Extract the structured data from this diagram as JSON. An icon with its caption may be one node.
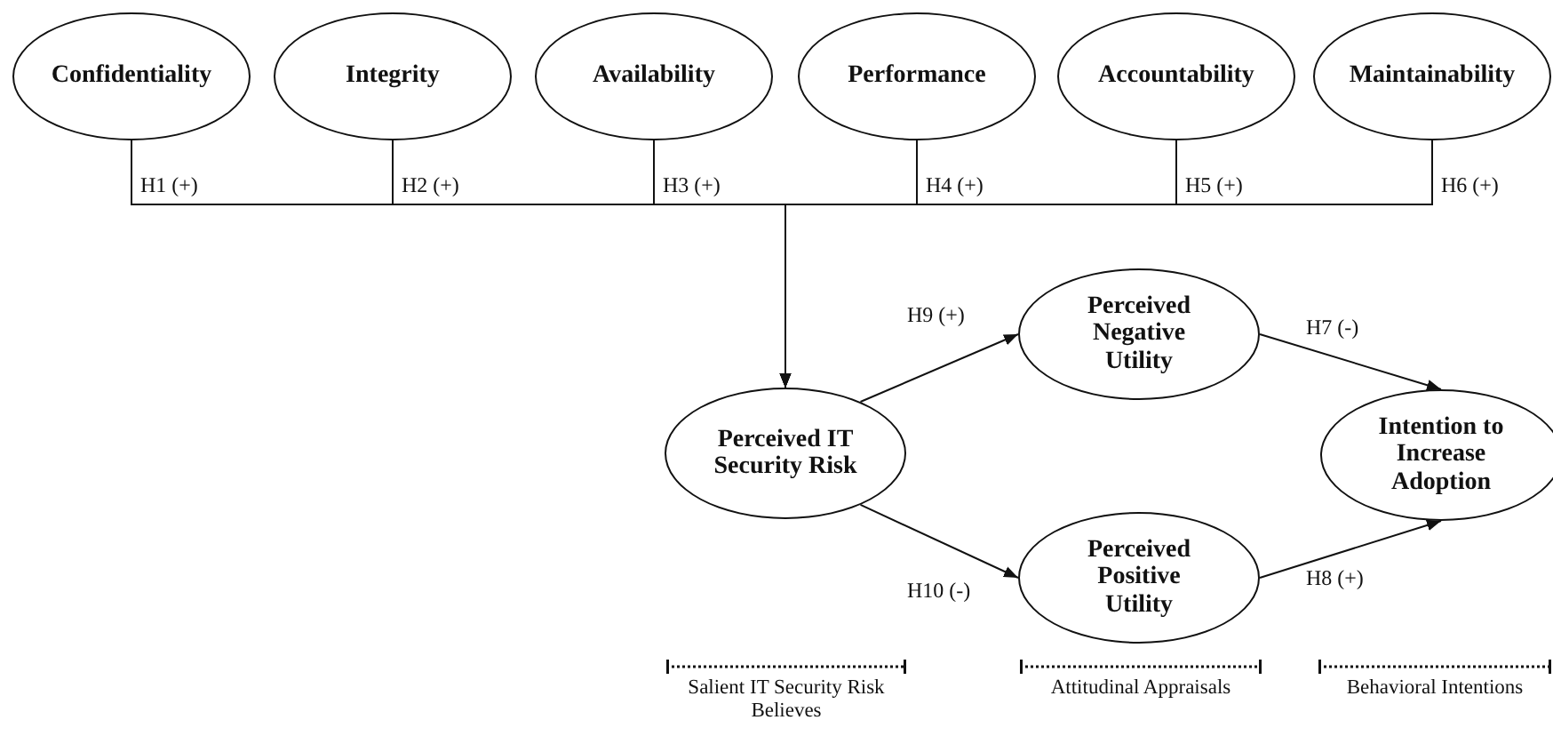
{
  "diagram": {
    "nodes": [
      {
        "text": [
          "Confidentiality"
        ]
      },
      {
        "text": [
          "Integrity"
        ]
      },
      {
        "text": [
          "Availability"
        ]
      },
      {
        "text": [
          "Performance"
        ]
      },
      {
        "text": [
          "Accountability"
        ]
      },
      {
        "text": [
          "Maintainability"
        ]
      },
      {
        "text": [
          "Perceived IT Security Risk"
        ]
      },
      {
        "text": [
          "Perceived Negative Utility"
        ]
      },
      {
        "text": [
          "Perceived Positive Utility"
        ]
      },
      {
        "text": [
          "Intention to Increase Adoption"
        ]
      }
    ],
    "edges": [
      {
        "from": 0,
        "to": 6,
        "arrow": "to",
        "label": "H1 (+)"
      },
      {
        "from": 1,
        "to": 6,
        "arrow": "to",
        "label": "H2 (+)"
      },
      {
        "from": 2,
        "to": 6,
        "arrow": "to",
        "label": "H3 (+)"
      },
      {
        "from": 3,
        "to": 6,
        "arrow": "to",
        "label": "H4 (+)"
      },
      {
        "from": 4,
        "to": 6,
        "arrow": "to",
        "label": "H5 (+)"
      },
      {
        "from": 5,
        "to": 6,
        "arrow": "to",
        "label": "H6 (+)"
      },
      {
        "from": 6,
        "to": 7,
        "arrow": "to",
        "label": "H9 (+)"
      },
      {
        "from": 6,
        "to": 8,
        "arrow": "to",
        "label": "H10 (-)"
      },
      {
        "from": 7,
        "to": 9,
        "arrow": "to",
        "label": "H7 (-)"
      },
      {
        "from": 8,
        "to": 9,
        "arrow": "to",
        "label": "H8 (+)"
      }
    ],
    "labels": [
      "Salient IT Security Risk Believes",
      "Attitudinal Appraisals",
      "Behavioral Intentions"
    ]
  }
}
